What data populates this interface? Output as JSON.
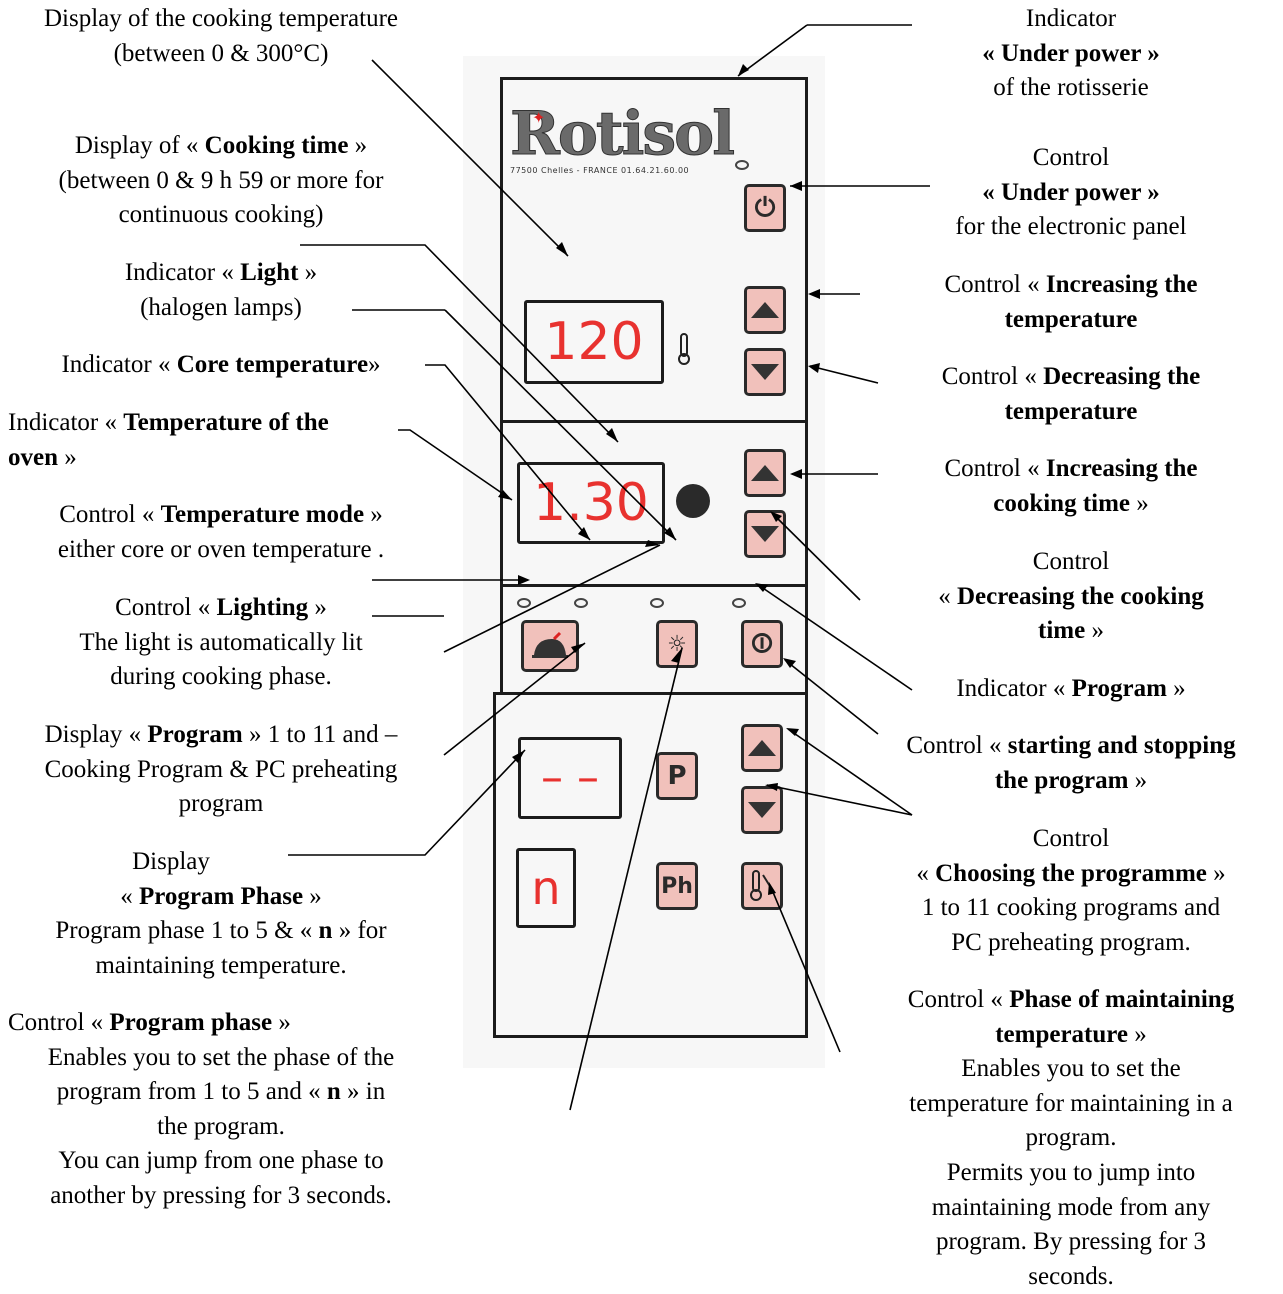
{
  "labels": {
    "cooking_temp_display": [
      "Display of the cooking temperature",
      "(between 0 & 300°C)"
    ],
    "cooking_time_display": {
      "prefix": "Display of  « ",
      "bold": "Cooking time",
      "suffix": " »",
      "lines": [
        "(between 0 & 9 h 59 or more for",
        "continuous cooking)"
      ]
    },
    "light_indicator": {
      "prefix": "Indicator « ",
      "bold": "Light",
      "suffix": " »",
      "lines": [
        "(halogen lamps)"
      ]
    },
    "core_temp_indicator": {
      "prefix": "Indicator « ",
      "bold": "Core temperature",
      "suffix": "»"
    },
    "oven_temp_indicator": {
      "prefix": "Indicator « ",
      "bold": "Temperature of the",
      "line2_bold": "oven",
      "line2_suffix": " »"
    },
    "temp_mode_control": {
      "prefix": "Control « ",
      "bold": "Temperature mode",
      "suffix": " »",
      "lines": [
        "either core or oven temperature ."
      ]
    },
    "lighting_control": {
      "prefix": "Control « ",
      "bold": "Lighting",
      "suffix": " »",
      "lines": [
        "The light is automatically lit",
        "during cooking phase."
      ]
    },
    "program_display": {
      "prefix": "Display « ",
      "bold": "Program",
      "suffix": " » 1 to 11 and –",
      "lines": [
        "Cooking Program & PC preheating",
        "program"
      ]
    },
    "program_phase_display": {
      "line1": "Display",
      "prefix": "« ",
      "bold": "Program Phase",
      "suffix": " »",
      "line3": "Program phase 1 to 5  & « ",
      "line3_bold": "n",
      "line3_suffix": " » for",
      "line4": "maintaining temperature."
    },
    "program_phase_control": {
      "prefix": "Control « ",
      "bold": "Program phase",
      "suffix": " »",
      "line2": "Enables you to set the phase of the",
      "line3": "program from 1 to 5 and « ",
      "line3_bold": "n",
      "line3_suffix": " » in",
      "lines": [
        "the program.",
        "You can jump from one phase to",
        "another by pressing for 3 seconds."
      ]
    },
    "under_power_indicator": {
      "line1": "Indicator",
      "bold": "« Under power »",
      "line3": "of the rotisserie"
    },
    "under_power_control": {
      "line1": "Control",
      "bold": "« Under power »",
      "line3": "for the electronic panel"
    },
    "inc_temp_control": {
      "prefix": "Control « ",
      "bold": "Increasing the",
      "bold2": "temperature"
    },
    "dec_temp_control": {
      "prefix": "Control « ",
      "bold": "Decreasing the",
      "bold2": "temperature"
    },
    "inc_time_control": {
      "prefix": "Control « ",
      "bold": "Increasing the",
      "bold2": "cooking time",
      "suffix2": " »"
    },
    "dec_time_control": {
      "line1": "Control",
      "prefix": "« ",
      "bold": "Decreasing the cooking",
      "bold2": "time",
      "suffix2": " »"
    },
    "program_indicator": {
      "prefix": "Indicator « ",
      "bold": "Program",
      "suffix": " »"
    },
    "start_stop_control": {
      "prefix": "Control « ",
      "bold": "starting and stopping",
      "bold2": "the program",
      "suffix2": " »"
    },
    "choose_program_control": {
      "line1": "Control",
      "prefix": "« ",
      "bold": "Choosing the programme",
      "suffix": " »",
      "lines": [
        "1 to 11 cooking programs and",
        "PC preheating program."
      ]
    },
    "maintain_phase_control": {
      "prefix": "Control « ",
      "bold": "Phase of maintaining",
      "bold2": "temperature",
      "suffix2": " »",
      "lines": [
        "Enables you to set the",
        "temperature for maintaining in a",
        "program.",
        "Permits you to jump  into",
        "maintaining mode from any",
        "program. By pressing for 3",
        "seconds."
      ]
    }
  },
  "device": {
    "brand": "Rotisol",
    "address": "77500 Chelles - FRANCE 01.64.21.60.00",
    "temp_display": "120",
    "time_display": "1.30",
    "program_display": "– –",
    "phase_display": "n",
    "program_button": "P",
    "phase_button": "Ph",
    "accent_color": "#e8322f",
    "button_color": "#f1c1bb"
  }
}
